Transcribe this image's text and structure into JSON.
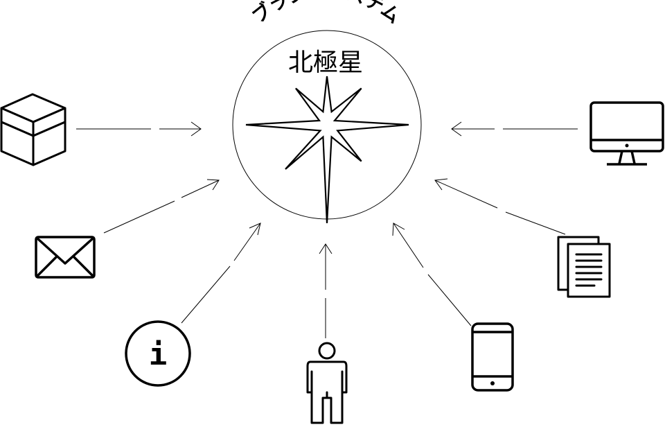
{
  "diagram": {
    "arc_label": "ブランドシステム",
    "center_title": "北極星",
    "center_icon": "compass-star-icon",
    "sources": [
      {
        "icon": "package-box-icon"
      },
      {
        "icon": "envelope-icon"
      },
      {
        "icon": "info-icon",
        "glyph": "i"
      },
      {
        "icon": "person-icon"
      },
      {
        "icon": "smartphone-icon"
      },
      {
        "icon": "documents-icon"
      },
      {
        "icon": "desktop-monitor-icon"
      }
    ]
  }
}
